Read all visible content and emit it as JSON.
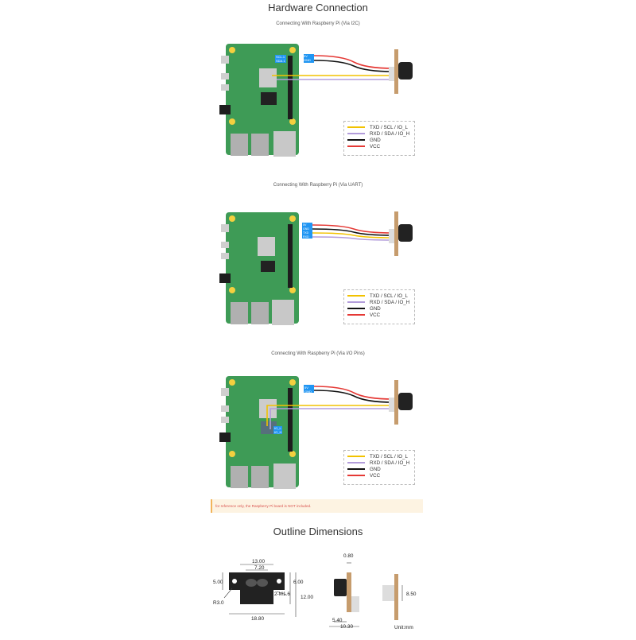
{
  "hardware_title": "Hardware Connection",
  "sections": [
    {
      "subtitle": "Connecting With Raspberry Pi (Via I2C)",
      "pin_labels": [
        "5V",
        "SCL.1",
        "SDA.1",
        "GND"
      ]
    },
    {
      "subtitle": "Connecting With Raspberry Pi (Via UART)",
      "pin_labels": [
        "5V",
        "GND",
        "TXD",
        "RXD"
      ]
    },
    {
      "subtitle": "Connecting With Raspberry Pi (Via I/O Pins)",
      "pin_labels": [
        "5V",
        "GND",
        "IO_L",
        "IO_H"
      ]
    }
  ],
  "legend": {
    "items": [
      {
        "label": "TXD / SCL / IO_L",
        "color": "#f2c200"
      },
      {
        "label": "RXD / SDA / IO_H",
        "color": "#b39ddb"
      },
      {
        "label": "GND",
        "color": "#111111"
      },
      {
        "label": "VCC",
        "color": "#e53935"
      }
    ]
  },
  "notice": "for reference only, the Raspberry Pi board is NOT included.",
  "outline_title": "Outline Dimensions",
  "dimensions": {
    "d13": "13.00",
    "d720": "7.20",
    "d500": "5.00",
    "d600": "6.00",
    "d1200": "12.00",
    "d2m16": "2-M1.6",
    "r30": "R3.0",
    "d1880": "18.80",
    "d080": "0.80",
    "d540": "5.40",
    "d1030": "10.30",
    "d850": "8.50",
    "unit": "Unit:mm"
  },
  "colors": {
    "board_green": "#3e9b56",
    "board_dark": "#2f7d44",
    "pad_yellow": "#f4d03f",
    "connector_blue": "#2196f3",
    "sensor_wood": "#c69c6d"
  }
}
